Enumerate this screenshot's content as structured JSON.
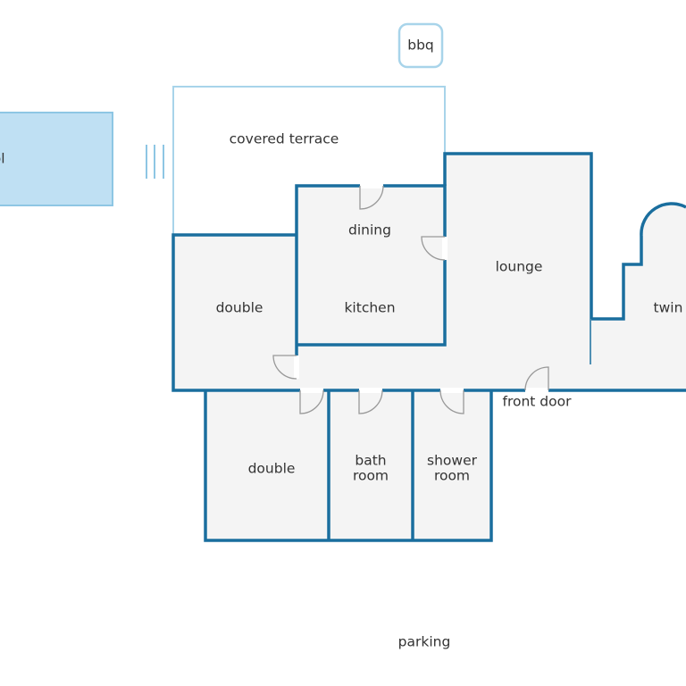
{
  "labels": {
    "bbq": "bbq",
    "pool": "pool",
    "covered_terrace": "covered terrace",
    "dining": "dining",
    "kitchen": "kitchen",
    "lounge": "lounge",
    "twin": "twin",
    "double_west": "double",
    "double_south": "double",
    "bath_line1": "bath",
    "bath_line2": "room",
    "shower_line1": "shower",
    "shower_line2": "room",
    "front_door": "front door",
    "parking": "parking"
  },
  "colors": {
    "wall": "#1a6e9e",
    "outdoor_outline": "#a8d4ea",
    "pool_fill": "#bfe0f3",
    "pool_outline": "#8ec6e4",
    "floor_fill": "#f4f4f4",
    "door_arc": "#999999",
    "text": "#333333"
  }
}
